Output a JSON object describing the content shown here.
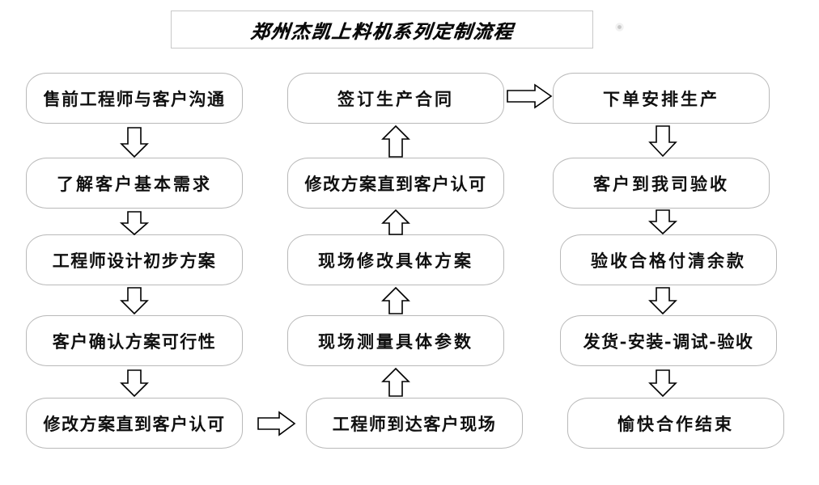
{
  "title": {
    "text": "郑州杰凯上料机系列定制流程"
  },
  "columns": {
    "left": {
      "name": "pre-sales-column",
      "nodes": [
        {
          "id": "n1",
          "label": "售前工程师与客户沟通"
        },
        {
          "id": "n2",
          "label": "了解客户基本需求"
        },
        {
          "id": "n3",
          "label": "工程师设计初步方案"
        },
        {
          "id": "n4",
          "label": "客户确认方案可行性"
        },
        {
          "id": "n5",
          "label": "修改方案直到客户认可"
        }
      ]
    },
    "middle": {
      "name": "on-site-column",
      "nodes": [
        {
          "id": "n6",
          "label": "签订生产合同"
        },
        {
          "id": "n7",
          "label": "修改方案直到客户认可"
        },
        {
          "id": "n8",
          "label": "现场修改具体方案"
        },
        {
          "id": "n9",
          "label": "现场测量具体参数"
        },
        {
          "id": "n10",
          "label": "工程师到达客户现场"
        }
      ]
    },
    "right": {
      "name": "production-column",
      "nodes": [
        {
          "id": "n11",
          "label": "下单安排生产"
        },
        {
          "id": "n12",
          "label": "客户到我司验收"
        },
        {
          "id": "n13",
          "label": "验收合格付清余款"
        },
        {
          "id": "n14",
          "label": "发货-安装-调试-验收"
        },
        {
          "id": "n15",
          "label": "愉快合作结束"
        }
      ]
    }
  },
  "connectors": [
    {
      "id": "a1",
      "name": "arrow-down-n1-n2",
      "direction": "down",
      "from": "n1",
      "to": "n2"
    },
    {
      "id": "a2",
      "name": "arrow-down-n2-n3",
      "direction": "down",
      "from": "n2",
      "to": "n3"
    },
    {
      "id": "a3",
      "name": "arrow-down-n3-n4",
      "direction": "down",
      "from": "n3",
      "to": "n4"
    },
    {
      "id": "a4",
      "name": "arrow-down-n4-n5",
      "direction": "down",
      "from": "n4",
      "to": "n5"
    },
    {
      "id": "a5",
      "name": "arrow-right-n5-n10",
      "direction": "right",
      "from": "n5",
      "to": "n10"
    },
    {
      "id": "a6",
      "name": "arrow-up-n10-n9",
      "direction": "up",
      "from": "n10",
      "to": "n9"
    },
    {
      "id": "a7",
      "name": "arrow-up-n9-n8",
      "direction": "up",
      "from": "n9",
      "to": "n8"
    },
    {
      "id": "a8",
      "name": "arrow-up-n8-n7",
      "direction": "up",
      "from": "n8",
      "to": "n7"
    },
    {
      "id": "a9",
      "name": "arrow-up-n7-n6",
      "direction": "up",
      "from": "n7",
      "to": "n6"
    },
    {
      "id": "a10",
      "name": "arrow-right-n6-n11",
      "direction": "right",
      "from": "n6",
      "to": "n11"
    },
    {
      "id": "a11",
      "name": "arrow-down-n11-n12",
      "direction": "down",
      "from": "n11",
      "to": "n12"
    },
    {
      "id": "a12",
      "name": "arrow-down-n12-n13",
      "direction": "down",
      "from": "n12",
      "to": "n13"
    },
    {
      "id": "a13",
      "name": "arrow-down-n13-n14",
      "direction": "down",
      "from": "n13",
      "to": "n14"
    },
    {
      "id": "a14",
      "name": "arrow-down-n14-n15",
      "direction": "down",
      "from": "n14",
      "to": "n15"
    }
  ],
  "colors": {
    "node_border": "#b9b9b9",
    "title_border": "#c8c8c8",
    "text": "#101010",
    "arrow_stroke": "#000000",
    "background": "#ffffff"
  }
}
